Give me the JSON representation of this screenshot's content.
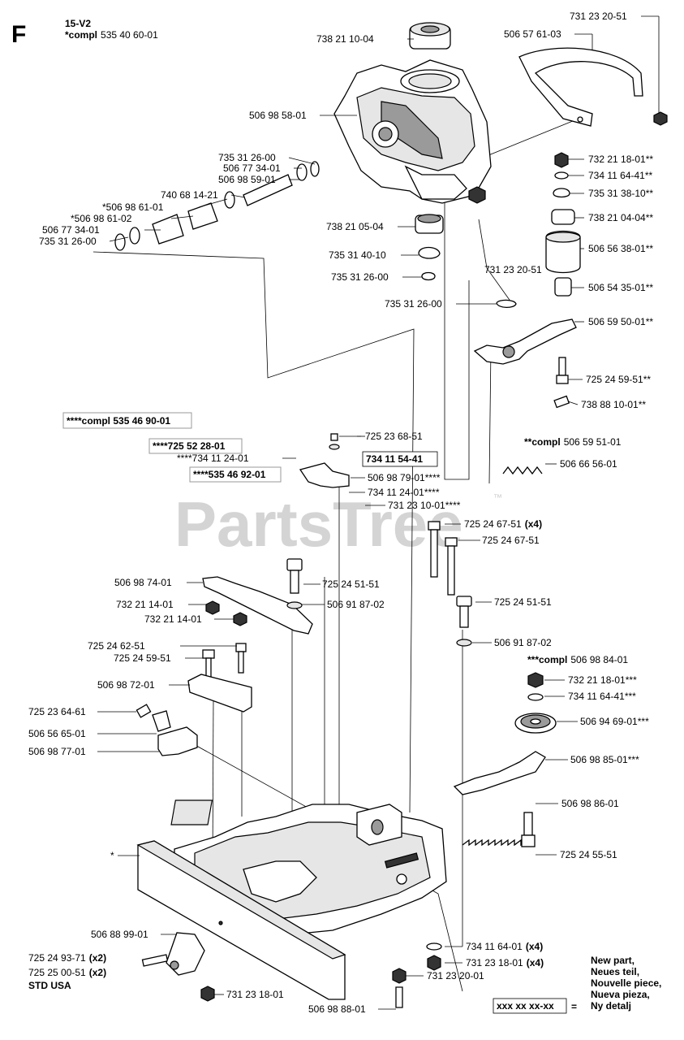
{
  "header": {
    "section_letter": "F",
    "model": "15-V2",
    "compl_prefix": "*compl",
    "compl_number": "535 40 60-01"
  },
  "watermark": {
    "text": "PartsTree",
    "tm": "™"
  },
  "labels": [
    {
      "id": "l1",
      "text": "738 21 10-04"
    },
    {
      "id": "l2",
      "text": "731 23 20-51"
    },
    {
      "id": "l3",
      "text": "506 57 61-03"
    },
    {
      "id": "l4",
      "text": "506 98 58-01"
    },
    {
      "id": "l5",
      "text": "735 31 26-00"
    },
    {
      "id": "l6",
      "text": "506 77 34-01"
    },
    {
      "id": "l7",
      "text": "506 98 59-01"
    },
    {
      "id": "l8",
      "text": "740 68 14-21"
    },
    {
      "id": "l9",
      "text": "*506 98 61-01"
    },
    {
      "id": "l10",
      "text": "*506 98 61-02"
    },
    {
      "id": "l11",
      "text": "506 77 34-01"
    },
    {
      "id": "l12",
      "text": "735 31 26-00"
    },
    {
      "id": "l13",
      "text": "738 21 05-04"
    },
    {
      "id": "l14",
      "text": "735 31 40-10"
    },
    {
      "id": "l15",
      "text": "735 31 26-00"
    },
    {
      "id": "l16",
      "text": "735 31 26-00"
    },
    {
      "id": "l17",
      "text": "731 23 20-51"
    },
    {
      "id": "l18",
      "text": "732 21 18-01**"
    },
    {
      "id": "l19",
      "text": "734 11 64-41**"
    },
    {
      "id": "l20",
      "text": "735 31 38-10**"
    },
    {
      "id": "l21",
      "text": "738 21 04-04**"
    },
    {
      "id": "l22",
      "text": "506 56 38-01**"
    },
    {
      "id": "l23",
      "text": "506 54 35-01**"
    },
    {
      "id": "l24",
      "text": "506 59 50-01**"
    },
    {
      "id": "l25",
      "text": "725 24 59-51**"
    },
    {
      "id": "l26",
      "text": "738 88 10-01**"
    },
    {
      "id": "l27",
      "text": "725 23 68-51"
    },
    {
      "id": "l28",
      "text": "****734 11 24-01"
    },
    {
      "id": "l29",
      "text": "506 98 79-01****"
    },
    {
      "id": "l30",
      "text": "734 11 24-01****"
    },
    {
      "id": "l31",
      "text": "731 23 10-01****"
    },
    {
      "id": "l32",
      "text": "506 66 56-01"
    },
    {
      "id": "l33",
      "text": "725 24 67-51"
    },
    {
      "id": "l34",
      "text": "506 98 74-01"
    },
    {
      "id": "l35",
      "text": "725 24 51-51"
    },
    {
      "id": "l36",
      "text": "732 21 14-01"
    },
    {
      "id": "l37",
      "text": "506 91 87-02"
    },
    {
      "id": "l38",
      "text": "732 21 14-01"
    },
    {
      "id": "l39",
      "text": "725 24 51-51"
    },
    {
      "id": "l40",
      "text": "725 24 62-51"
    },
    {
      "id": "l41",
      "text": "725 24 59-51"
    },
    {
      "id": "l42",
      "text": "506 91 87-02"
    },
    {
      "id": "l43",
      "text": "506 98 72-01"
    },
    {
      "id": "l44",
      "text": "732 21 18-01***"
    },
    {
      "id": "l45",
      "text": "734 11 64-41***"
    },
    {
      "id": "l46",
      "text": "725 23 64-61"
    },
    {
      "id": "l47",
      "text": "506 94 69-01***"
    },
    {
      "id": "l48",
      "text": "506 56 65-01"
    },
    {
      "id": "l49",
      "text": "506 98 77-01"
    },
    {
      "id": "l50",
      "text": "506 98 85-01***"
    },
    {
      "id": "l51",
      "text": "506 98 86-01"
    },
    {
      "id": "l52",
      "text": "*"
    },
    {
      "id": "l53",
      "text": "725 24 55-51"
    },
    {
      "id": "l54",
      "text": "506 88 99-01"
    },
    {
      "id": "l55",
      "text": "STD USA"
    },
    {
      "id": "l56",
      "text": "731 23 20-01"
    },
    {
      "id": "l57",
      "text": "731 23 18-01"
    },
    {
      "id": "l58",
      "text": "506 98 88-01"
    }
  ],
  "qty_labels": [
    {
      "id": "q1",
      "text": "725 24 67-51",
      "qty": "(x4)"
    },
    {
      "id": "q2",
      "text": "725 24 93-71",
      "qty": "(x2)"
    },
    {
      "id": "q3",
      "text": "725 25 00-51",
      "qty": "(x2)"
    },
    {
      "id": "q4",
      "text": "734 11 64-01",
      "qty": "(x4)"
    },
    {
      "id": "q5",
      "text": "731 23 18-01",
      "qty": "(x4)"
    }
  ],
  "compl_labels": [
    {
      "id": "c1",
      "prefix": "**compl",
      "number": "506 59 51-01"
    },
    {
      "id": "c2",
      "prefix": "***compl",
      "number": "506 98 84-01"
    }
  ],
  "boxed_labels": [
    {
      "id": "b1",
      "text": "****compl 535 46 90-01"
    },
    {
      "id": "b2",
      "text": "****725 52 28-01"
    },
    {
      "id": "b3",
      "text": "734 11 54-41"
    },
    {
      "id": "b4",
      "text": "****535 46 92-01"
    }
  ],
  "legend": {
    "new_part_lines": [
      "New part,",
      "Neues teil,",
      "Nouvelle piece,",
      "Nueva pieza,",
      "Ny detalj"
    ],
    "sample": "xxx xx xx-xx",
    "equals": "="
  }
}
